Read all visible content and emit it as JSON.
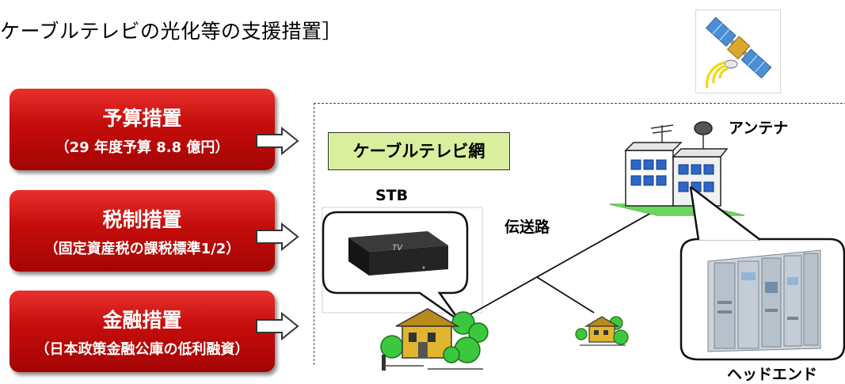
{
  "title": "ケーブルテレビの光化等の支援措置］",
  "measures": [
    {
      "name": "予算措置",
      "detail": "（29 年度予算 8.8 億円）"
    },
    {
      "name": "税制措置",
      "detail": "（固定資産税の課税標準1/2）"
    },
    {
      "name": "金融措置",
      "detail": "（日本政策金融公庫の低利融資）"
    }
  ],
  "diagram": {
    "network_label": "ケーブルテレビ網",
    "stb_label": "STB",
    "tv_logo": "TV",
    "transmission_label": "伝送路",
    "antenna_label": "アンテナ",
    "headend_label": "ヘッドエンド"
  },
  "colors": {
    "measure_box": "#c40d0b",
    "network_label_bg": "#d9ef9d",
    "lawn": "#53c435"
  }
}
